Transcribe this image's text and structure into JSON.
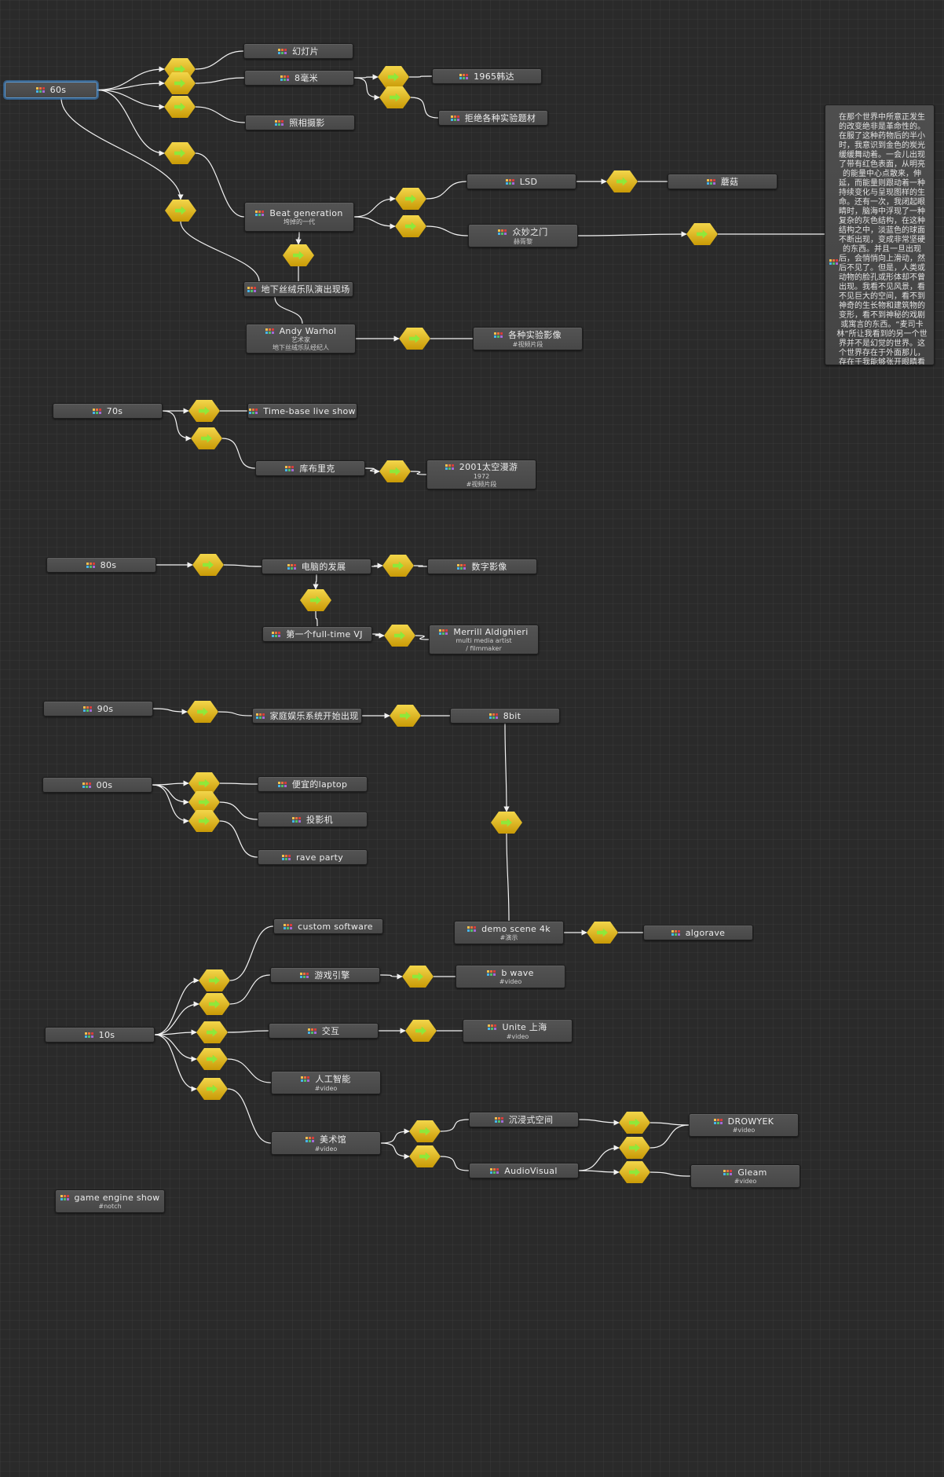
{
  "nodes": [
    {
      "id": "n60s",
      "title": "60s",
      "sub": []
    },
    {
      "id": "nslide",
      "title": "幻灯片",
      "sub": []
    },
    {
      "id": "n8mm",
      "title": "8毫米",
      "sub": []
    },
    {
      "id": "n1965",
      "title": "1965韩达",
      "sub": []
    },
    {
      "id": "nexp",
      "title": "拒绝各种实验题材",
      "sub": []
    },
    {
      "id": "nphoto",
      "title": "照相摄影",
      "sub": []
    },
    {
      "id": "nbeat",
      "title": "Beat generation",
      "sub": [
        "垮掉的一代"
      ]
    },
    {
      "id": "nlsd",
      "title": "LSD",
      "sub": []
    },
    {
      "id": "nmush",
      "title": "蘑菇",
      "sub": []
    },
    {
      "id": "ndoor",
      "title": "众妙之门",
      "sub": [
        "赫胥黎"
      ]
    },
    {
      "id": "nvelvet",
      "title": "地下丝绒乐队演出现场",
      "sub": []
    },
    {
      "id": "nwarhol",
      "title": "Andy Warhol",
      "sub": [
        "艺术家",
        "地下丝绒乐队经纪人"
      ]
    },
    {
      "id": "nexpfilm",
      "title": "各种实验影像",
      "sub": [
        "#视频片段"
      ]
    },
    {
      "id": "n70s",
      "title": "70s",
      "sub": []
    },
    {
      "id": "ntimebase",
      "title": "Time-base live show",
      "sub": []
    },
    {
      "id": "nkubrick",
      "title": "库布里克",
      "sub": []
    },
    {
      "id": "n2001",
      "title": "2001太空漫游",
      "sub": [
        "1972",
        "#视频片段"
      ]
    },
    {
      "id": "n80s",
      "title": "80s",
      "sub": []
    },
    {
      "id": "ncomputer",
      "title": "电脑的发展",
      "sub": []
    },
    {
      "id": "ndigital",
      "title": "数字影像",
      "sub": []
    },
    {
      "id": "nfirstvj",
      "title": "第一个full-time VJ",
      "sub": []
    },
    {
      "id": "nmerrill",
      "title": "Merrill Aldighieri",
      "sub": [
        "multi media artist",
        "/ filmmaker"
      ]
    },
    {
      "id": "n90s",
      "title": "90s",
      "sub": []
    },
    {
      "id": "nhome",
      "title": "家庭娱乐系统开始出现",
      "sub": []
    },
    {
      "id": "n8bit",
      "title": "8bit",
      "sub": []
    },
    {
      "id": "n00s",
      "title": "00s",
      "sub": []
    },
    {
      "id": "nlaptop",
      "title": "便宜的laptop",
      "sub": []
    },
    {
      "id": "nprojector",
      "title": "投影机",
      "sub": []
    },
    {
      "id": "nrave",
      "title": "rave party",
      "sub": []
    },
    {
      "id": "ndemo",
      "title": "demo scene 4k",
      "sub": [
        "#演示"
      ]
    },
    {
      "id": "nalgo",
      "title": "algorave",
      "sub": []
    },
    {
      "id": "ncustom",
      "title": "custom software",
      "sub": []
    },
    {
      "id": "ngameengine",
      "title": "游戏引擎",
      "sub": []
    },
    {
      "id": "nbwave",
      "title": "b wave",
      "sub": [
        "#video"
      ]
    },
    {
      "id": "n10s",
      "title": "10s",
      "sub": []
    },
    {
      "id": "ninteract",
      "title": "交互",
      "sub": []
    },
    {
      "id": "nunite",
      "title": "Unite 上海",
      "sub": [
        "#video"
      ]
    },
    {
      "id": "nai",
      "title": "人工智能",
      "sub": [
        "#video"
      ]
    },
    {
      "id": "nimmersive",
      "title": "沉浸式空间",
      "sub": []
    },
    {
      "id": "ndrowyek",
      "title": "DROWYEK",
      "sub": [
        "#video"
      ]
    },
    {
      "id": "nmuseum",
      "title": "美术馆",
      "sub": [
        "#video"
      ]
    },
    {
      "id": "nav",
      "title": "AudioVisual",
      "sub": []
    },
    {
      "id": "ngleam",
      "title": "Gleam",
      "sub": [
        "#video"
      ]
    },
    {
      "id": "ngameshow",
      "title": "game engine show",
      "sub": [
        "#notch"
      ]
    }
  ],
  "comment": {
    "text": "在那个世界中所意正发生的改变绝非是革命性的。在服了这种药物后的半小时，我意识到金色的炭光缓缓舞动着。一会儿出现了带有红色表面，从明亮的能量中心点散来，伸延，而能量则跟动着一种持续变化与呈现图样的生命。还有一次，我闭起眼睛时，脑海中浮现了一种复杂的灰色结构，在这种结构之中，淡蓝色的球面不断出现，变成非常坚硬的东西。并且一旦出现后，会悄悄向上滑动，然后不见了。但是，人类或动物的脸孔或形体却不曾出现。我看不见风景，看不见巨大的空间，看不到神奇的生长物和建筑物的变形，看不到神秘的戏剧或寓言的东西。“麦司卡林”所让我看到的另一个世界并不是幻觉的世界。这个世界存在于外面那儿，存在于我能够张开眼睛看到的东西里面。大变化是出现在客观事实的领域之中，发生在我的主观宇宙中的那些事情，是相对不重要的。"
  },
  "colors": {
    "background": "#2a2a2a",
    "node": "#4b4b4b",
    "edge": "#f2f2f2",
    "connector": "#e3b918",
    "connector_arrow": "#8fe83a",
    "selection": "#5b9bd5"
  },
  "icons": {
    "node_icon": "color-grid-icon",
    "connector_icon": "arrow-right-icon"
  }
}
